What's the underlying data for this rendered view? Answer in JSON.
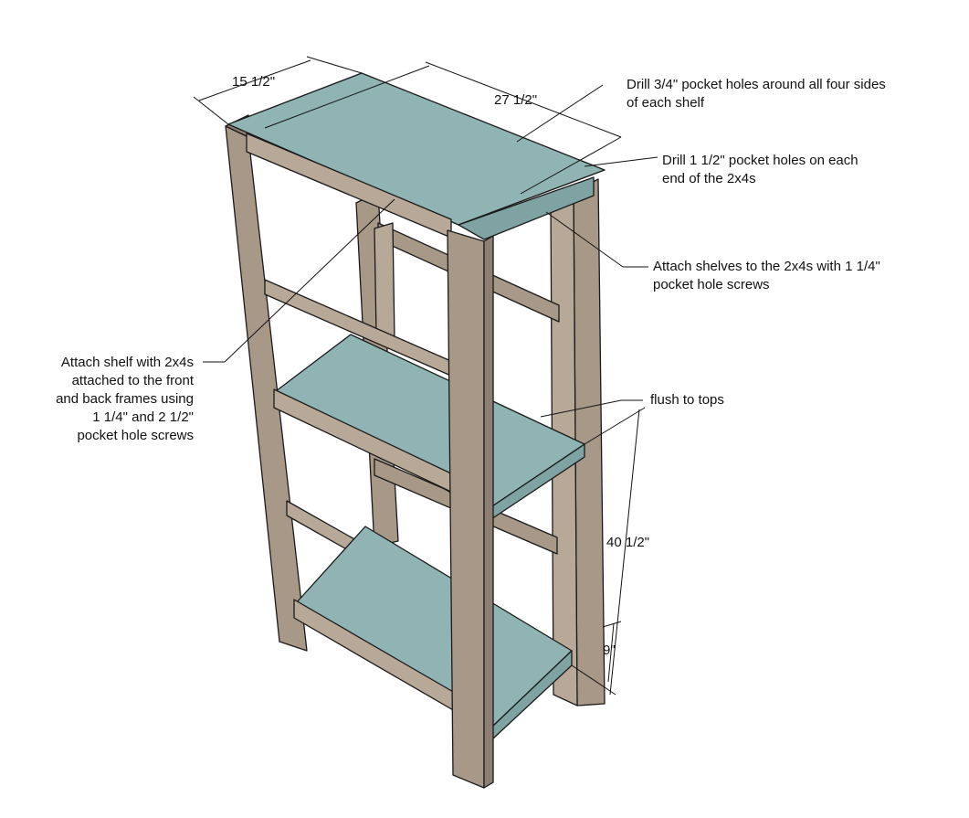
{
  "dimensions": {
    "depth": "15 1/2\"",
    "width": "27 1/2\"",
    "height": "40 1/2\"",
    "bottom_gap": "9\""
  },
  "callouts": {
    "top_pocket_holes": [
      "Drill 3/4\" pocket holes around all four sides",
      "of each shelf"
    ],
    "end_pocket_holes": [
      "Drill 1 1/2\" pocket holes on each",
      "end of the 2x4s"
    ],
    "attach_shelves": [
      "Attach shelves to the 2x4s with 1 1/4\"",
      "pocket hole screws"
    ],
    "attach_shelf_frames": [
      "Attach shelf with 2x4s",
      "attached to the front",
      "and back frames using",
      "1 1/4\" and 2 1/2\"",
      "pocket hole screws"
    ],
    "flush": "flush to tops"
  },
  "colors": {
    "wood": "#a89888",
    "wood_light": "#b8a898",
    "wood_dark": "#8e7f72",
    "shelf": "#90b4b4",
    "shelf_edge": "#7fa3a3",
    "line": "#1a1a1a"
  }
}
